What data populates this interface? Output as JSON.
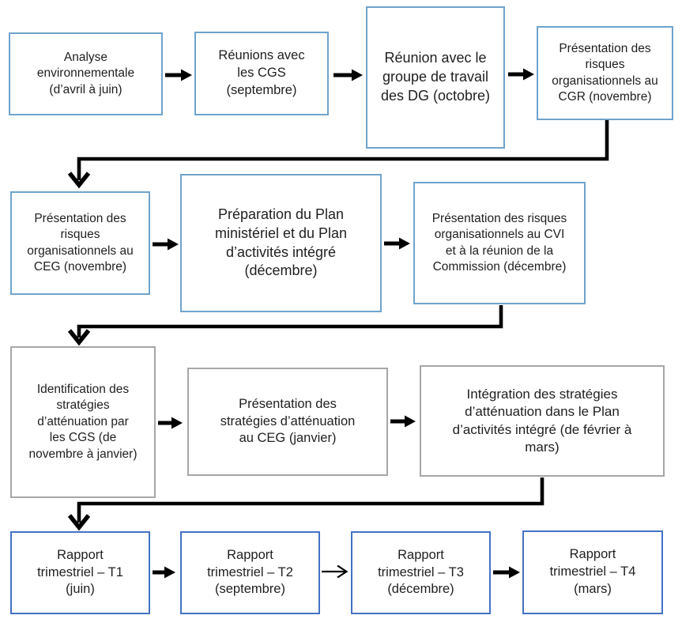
{
  "colors": {
    "box_border_blue": "#6FA3CC",
    "box_border_dark_blue": "#4472C4",
    "box_border_gray": "#A6A6A6",
    "connector": "#000000",
    "text": "#1F1F1F",
    "background": "#FFFFFF"
  },
  "flowchart": {
    "type": "process-flow",
    "rows": [
      {
        "boxes": [
          {
            "label": "Analyse\nenvironnementale\n(d’avril à juin)"
          },
          {
            "label": "Réunions avec\nles CGS\n(septembre)"
          },
          {
            "label": "Réunion avec le\ngroupe de travail\ndes DG (octobre)"
          },
          {
            "label": "Présentation des\nrisques\norganisationnels au\nCGR (novembre)"
          }
        ]
      },
      {
        "boxes": [
          {
            "label": "Présentation des\nrisques\norganisationnels au\nCEG (novembre)"
          },
          {
            "label": "Préparation du Plan\nministériel et du Plan\nd’activités intégré\n(décembre)"
          },
          {
            "label": "Présentation des risques\norganisationnels au CVI\net à la réunion de la\nCommission (décembre)"
          }
        ]
      },
      {
        "boxes": [
          {
            "label": "Identification des\nstratégies\nd’atténuation par\nles CGS (de\nnovembre à janvier)"
          },
          {
            "label": "Présentation des\nstratégies d’atténuation\nau CEG (janvier)"
          },
          {
            "label": "Intégration des stratégies\nd’atténuation dans le Plan\nd’activités intégré (de février à\nmars)"
          }
        ]
      },
      {
        "boxes": [
          {
            "label": "Rapport\ntrimestriel – T1\n(juin)"
          },
          {
            "label": "Rapport\ntrimestriel – T2\n(septembre)"
          },
          {
            "label": "Rapport\ntrimestriel – T3\n(décembre)"
          },
          {
            "label": "Rapport\ntrimestriel – T4\n(mars)"
          }
        ]
      }
    ]
  }
}
